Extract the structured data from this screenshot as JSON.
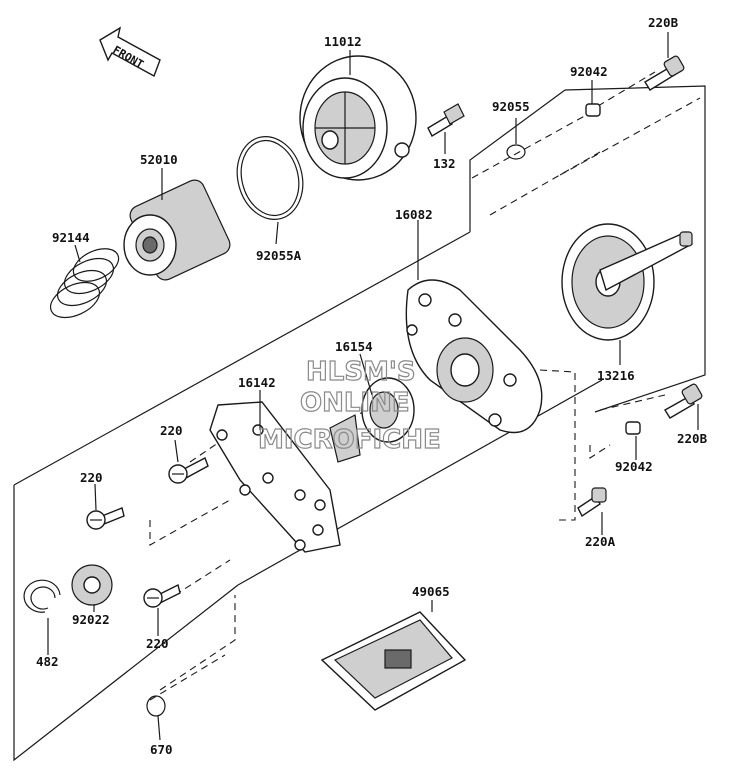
{
  "front_arrow": {
    "label": "FRONT"
  },
  "watermark": {
    "lines": [
      "HLSM'S",
      "ONLINE",
      "MICROFICHE"
    ],
    "color": "#8a8a8a"
  },
  "parts": [
    {
      "id": "11012"
    },
    {
      "id": "220B"
    },
    {
      "id": "92042"
    },
    {
      "id": "92055"
    },
    {
      "id": "52010"
    },
    {
      "id": "132"
    },
    {
      "id": "92144"
    },
    {
      "id": "92055A"
    },
    {
      "id": "16082"
    },
    {
      "id": "16154"
    },
    {
      "id": "16142"
    },
    {
      "id": "13216"
    },
    {
      "id": "220"
    },
    {
      "id": "220"
    },
    {
      "id": "220B"
    },
    {
      "id": "92042"
    },
    {
      "id": "220A"
    },
    {
      "id": "49065"
    },
    {
      "id": "92022"
    },
    {
      "id": "220"
    },
    {
      "id": "482"
    },
    {
      "id": "670"
    }
  ]
}
